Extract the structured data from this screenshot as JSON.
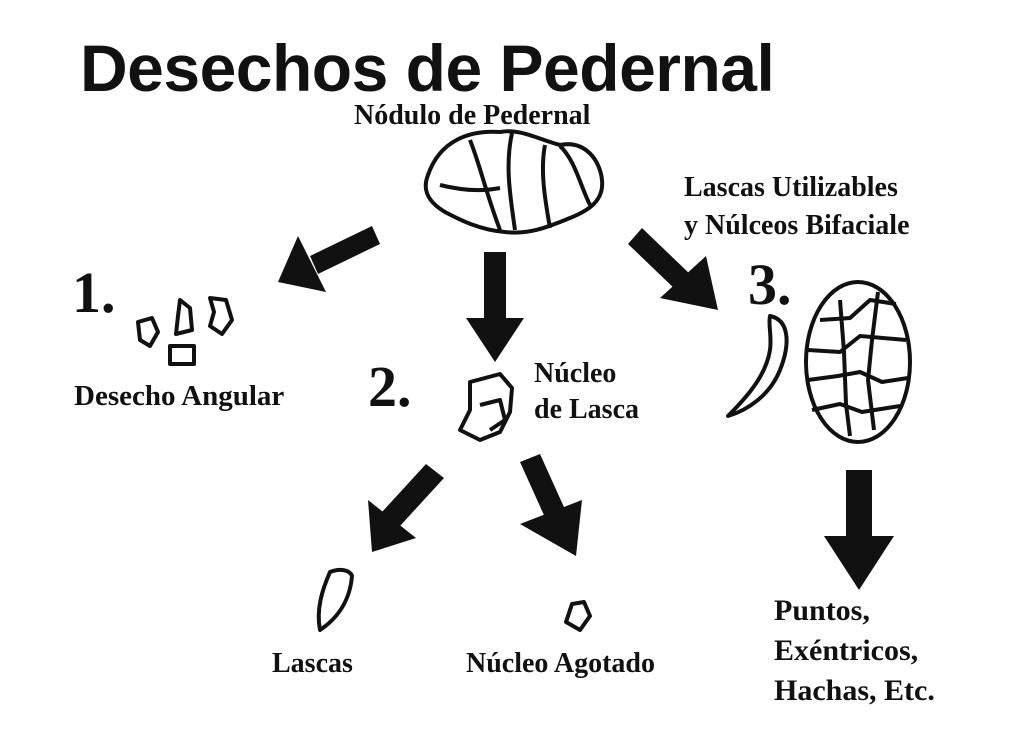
{
  "title": "Desechos de Pedernal",
  "nodule_label": "Nódulo de Pedernal",
  "stage_1": {
    "number": "1.",
    "label": "Desecho Angular"
  },
  "stage_2": {
    "number": "2.",
    "label_line1": "Núcleo",
    "label_line2": "de Lasca"
  },
  "stage_3": {
    "number": "3.",
    "label_line1": "Lascas Utilizables",
    "label_line2": "y Núlceos Bifaciale"
  },
  "outputs": {
    "flakes": "Lascas",
    "exhausted_core": "Núcleo Agotado",
    "products_line1": "Puntos,",
    "products_line2": "Exéntricos,",
    "products_line3": "Hachas, Etc."
  },
  "colors": {
    "ink": "#111111",
    "background": "#ffffff"
  }
}
